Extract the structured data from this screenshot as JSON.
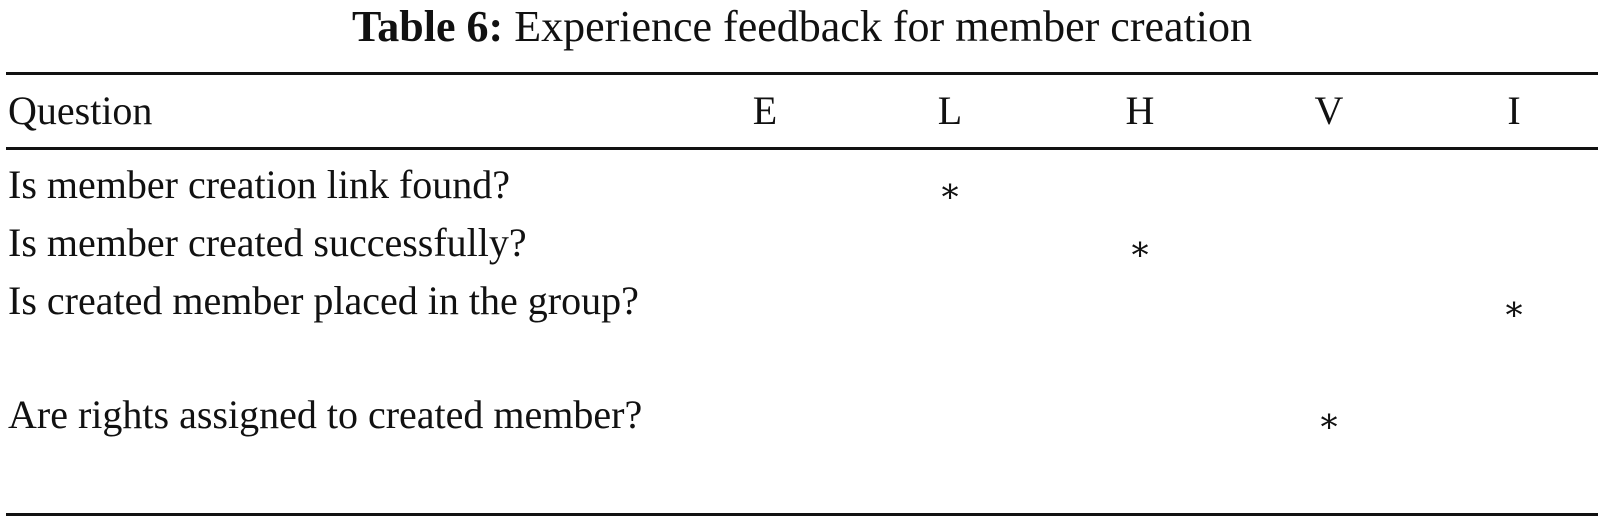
{
  "caption": {
    "label": "Table 6:",
    "text": "Experience feedback for member creation"
  },
  "table": {
    "question_header": "Question",
    "columns": [
      "E",
      "L",
      "H",
      "V",
      "I"
    ],
    "mark_symbol": "∗",
    "rows": [
      {
        "question": "Is member creation link found?",
        "mark": "L"
      },
      {
        "question": "Is member created successfully?",
        "mark": "H"
      },
      {
        "question": "Is created member placed in the group?",
        "mark": "I"
      },
      {
        "question": "Are rights assigned to created member?",
        "mark": "V"
      }
    ]
  }
}
